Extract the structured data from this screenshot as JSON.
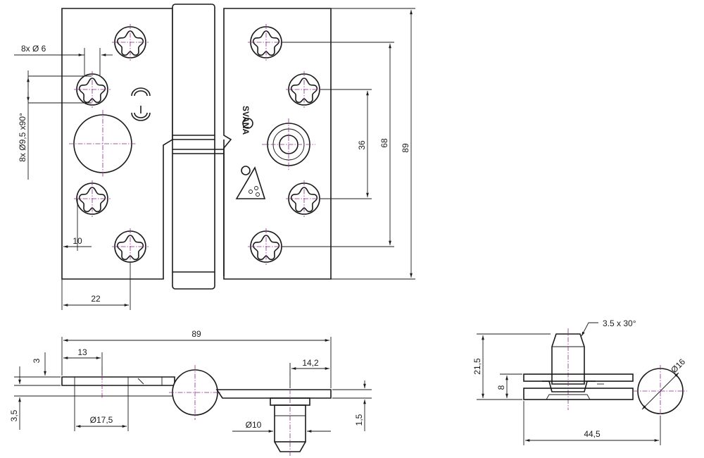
{
  "dimensions": {
    "holes_count_diameter": "8x Ø 6",
    "countersink": "8x Ø9,5 x90°",
    "edge_to_hole": "10",
    "hole_offset_bottom": "22",
    "hole_pitch_inner": "36",
    "hole_pitch_outer": "68",
    "leaf_height": "89",
    "overall_width": "89",
    "flange_13": "13",
    "offset_3": "3",
    "thickness_3_5": "3,5",
    "knuckle_17_5": "Ø17,5",
    "pin_10": "Ø10",
    "offset_14_2": "14,2",
    "offset_1_5": "1,5",
    "chamfer": "3.5 x 30°",
    "height_21_5": "21,5",
    "height_8": "8",
    "diameter_16": "Ø16",
    "width_44_5": "44,5"
  },
  "brand_mark": "SVANA",
  "colors": {
    "line": "#1a1a1a",
    "centerline": "#8a2a8a"
  }
}
